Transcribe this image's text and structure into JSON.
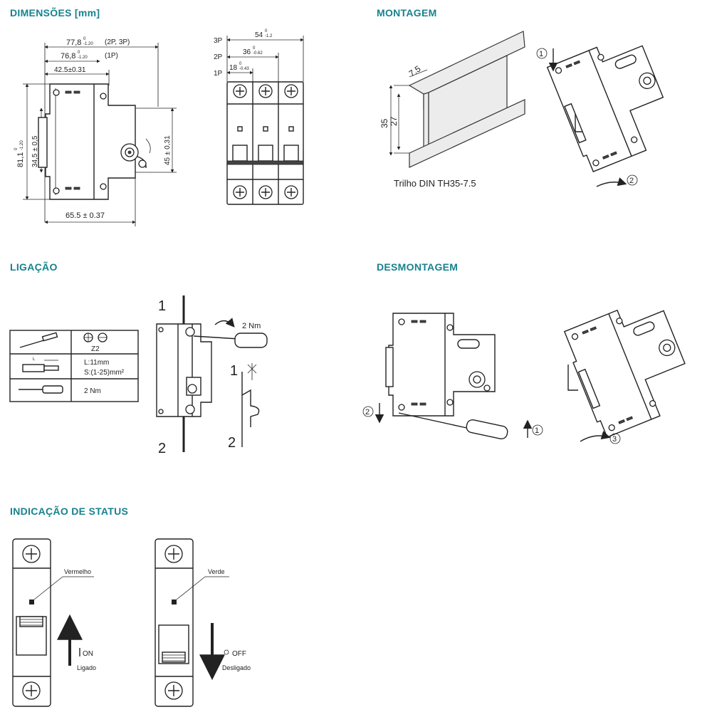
{
  "sections": {
    "dimensions": "DIMENSÕES [mm]",
    "mounting": "MONTAGEM",
    "wiring": "LIGAÇÃO",
    "dismounting": "DESMONTAGEM",
    "status": "INDICAÇÃO DE STATUS"
  },
  "dimensions": {
    "d1": "77,8",
    "d1_tol_top": "0",
    "d1_tol_bot": "-1.20",
    "d1_note": "(2P, 3P)",
    "d2": "76,8",
    "d2_tol_top": "0",
    "d2_tol_bot": "-1.20",
    "d2_note": "(1P)",
    "d3": "42.5±0.31",
    "d4": "81,1",
    "d4_tol_top": "0",
    "d4_tol_bot": "-1.20",
    "d5": "34,5 ± 0,5",
    "d6": "45 ± 0,31",
    "d7": "65.5 ± 0.37",
    "w3p": "54",
    "w3p_tol_top": "0",
    "w3p_tol_bot": "-1.2",
    "w2p": "36",
    "w2p_tol_top": "0",
    "w2p_tol_bot": "-0.62",
    "w1p": "18",
    "w1p_tol_top": "0",
    "w1p_tol_bot": "-0.43",
    "label_3p": "3P",
    "label_2p": "2P",
    "label_1p": "1P"
  },
  "mounting": {
    "rail_label": "Trilho DIN TH35-7.5",
    "rail_h1": "35",
    "rail_h2": "27",
    "rail_d": "7.5",
    "step1": "1",
    "step2": "2"
  },
  "wiring": {
    "table": {
      "row1": "Z2",
      "row2_line1": "L:11mm",
      "row2_line2": "S:(1-25)mm²",
      "row3": "2 Nm",
      "strip_label": "L"
    },
    "terminal_top": "1",
    "terminal_bottom": "2",
    "torque": "2 Nm",
    "symbol_top": "1",
    "symbol_bottom": "2"
  },
  "dismounting": {
    "step1": "1",
    "step2": "2",
    "step3": "3"
  },
  "status": {
    "on": {
      "color_label": "Vermelho",
      "state": "ON",
      "state_desc": "Ligado"
    },
    "off": {
      "color_label": "Verde",
      "state": "OFF",
      "state_desc": "Desligado"
    }
  }
}
